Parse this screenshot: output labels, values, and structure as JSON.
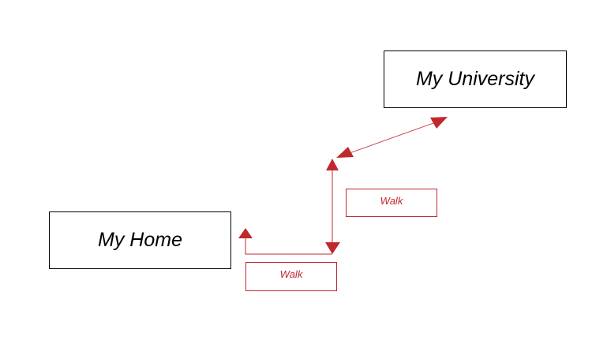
{
  "nodes": {
    "home": "My Home",
    "university": "My University"
  },
  "connector_labels": {
    "walk_upper": "Walk",
    "walk_lower": "Walk"
  },
  "colors": {
    "node_border": "#000000",
    "connector": "#c0282d",
    "background": "#ffffff"
  }
}
